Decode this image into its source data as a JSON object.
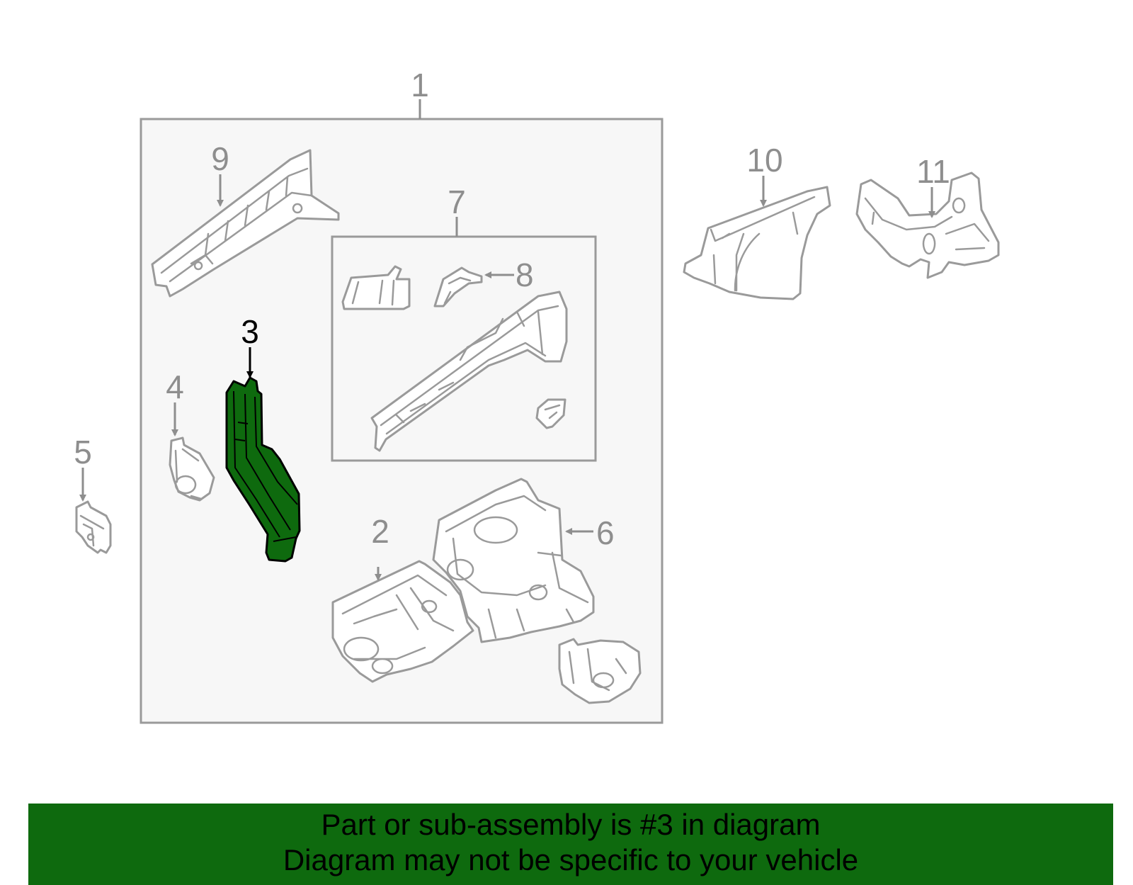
{
  "diagram": {
    "highlight_color": "#0e6a0e",
    "callouts": [
      {
        "id": "1",
        "label": "1"
      },
      {
        "id": "2",
        "label": "2"
      },
      {
        "id": "3",
        "label": "3",
        "highlighted": true
      },
      {
        "id": "4",
        "label": "4"
      },
      {
        "id": "5",
        "label": "5"
      },
      {
        "id": "6",
        "label": "6"
      },
      {
        "id": "7",
        "label": "7"
      },
      {
        "id": "8",
        "label": "8"
      },
      {
        "id": "9",
        "label": "9"
      },
      {
        "id": "10",
        "label": "10"
      },
      {
        "id": "11",
        "label": "11"
      }
    ]
  },
  "banner": {
    "background": "#0e6a0e",
    "line1": "Part or sub-assembly is #3 in diagram",
    "line2": "Diagram may not be specific to your vehicle"
  }
}
